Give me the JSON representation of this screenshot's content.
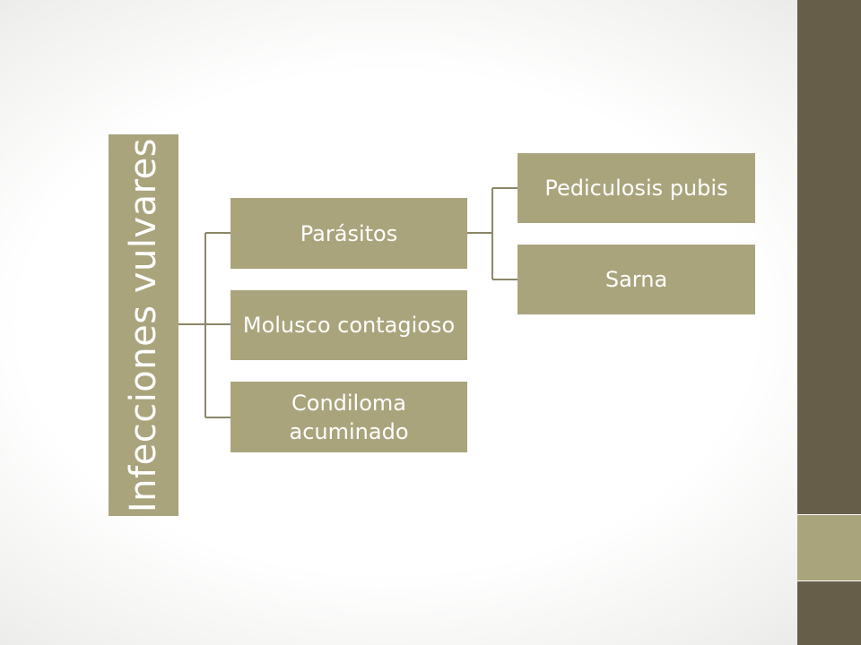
{
  "diagram": {
    "root": {
      "label": "Infecciones vulvares"
    },
    "children": [
      {
        "label": "Parásitos"
      },
      {
        "label": "Molusco contagioso"
      },
      {
        "label": "Condiloma acuminado"
      }
    ],
    "grandchildren": [
      {
        "label": "Pediculosis pubis"
      },
      {
        "label": "Sarna"
      }
    ]
  },
  "colors": {
    "box_fill": "#a9a47c",
    "text": "#ffffff",
    "connector": "#8c8768",
    "sidebar_dark": "#665e48",
    "sidebar_light": "#a9a47c"
  }
}
